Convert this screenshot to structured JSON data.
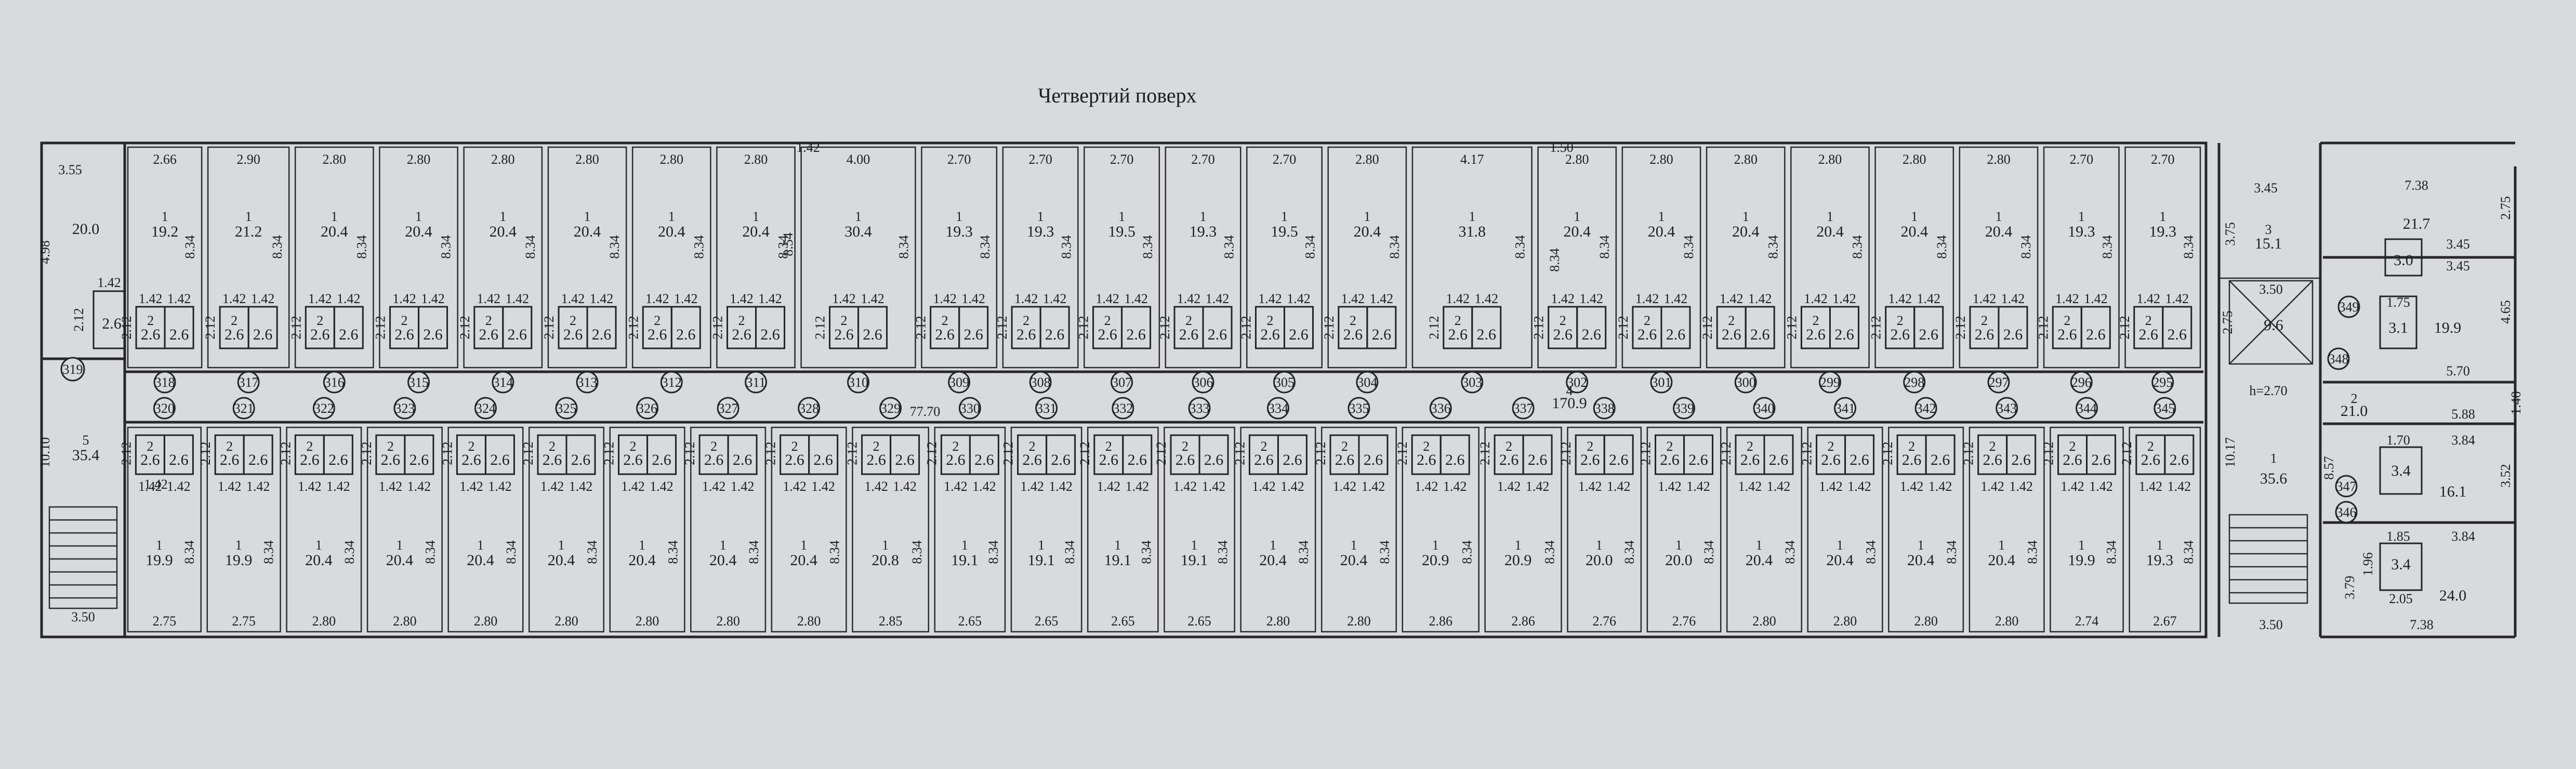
{
  "title": "Четвертий поверх",
  "corridor": {
    "length": "77.70",
    "area": "170.9",
    "index": "4",
    "height": "h=2.70"
  },
  "north_rooms": [
    {
      "num": "318",
      "width": "2.66",
      "area": "19.2"
    },
    {
      "num": "317",
      "width": "2.90",
      "area": "21.2"
    },
    {
      "num": "316",
      "width": "2.80",
      "area": "20.4"
    },
    {
      "num": "315",
      "width": "2.80",
      "area": "20.4"
    },
    {
      "num": "314",
      "width": "2.80",
      "area": "20.4"
    },
    {
      "num": "313",
      "width": "2.80",
      "area": "20.4"
    },
    {
      "num": "312",
      "width": "2.80",
      "area": "20.4"
    },
    {
      "num": "311",
      "width": "2.80",
      "area": "20.4"
    },
    {
      "num": "310",
      "width": "4.00",
      "area": "30.4"
    },
    {
      "num": "309",
      "width": "2.70",
      "area": "19.3"
    },
    {
      "num": "308",
      "width": "2.70",
      "area": "19.3"
    },
    {
      "num": "307",
      "width": "2.70",
      "area": "19.5"
    },
    {
      "num": "306",
      "width": "2.70",
      "area": "19.3"
    },
    {
      "num": "305",
      "width": "2.70",
      "area": "19.5"
    },
    {
      "num": "304",
      "width": "2.80",
      "area": "20.4"
    },
    {
      "num": "303",
      "width": "4.17",
      "area": "31.8"
    },
    {
      "num": "302",
      "width": "2.80",
      "area": "20.4"
    },
    {
      "num": "301",
      "width": "2.80",
      "area": "20.4"
    },
    {
      "num": "300",
      "width": "2.80",
      "area": "20.4"
    },
    {
      "num": "299",
      "width": "2.80",
      "area": "20.4"
    },
    {
      "num": "298",
      "width": "2.80",
      "area": "20.4"
    },
    {
      "num": "297",
      "width": "2.80",
      "area": "20.4"
    },
    {
      "num": "296",
      "width": "2.70",
      "area": "19.3"
    },
    {
      "num": "295",
      "width": "2.70",
      "area": "19.3"
    }
  ],
  "south_rooms": [
    {
      "num": "320",
      "width": "2.75",
      "area": "19.9"
    },
    {
      "num": "321",
      "width": "2.75",
      "area": "19.9"
    },
    {
      "num": "322",
      "width": "2.80",
      "area": "20.4"
    },
    {
      "num": "323",
      "width": "2.80",
      "area": "20.4"
    },
    {
      "num": "324",
      "width": "2.80",
      "area": "20.4"
    },
    {
      "num": "325",
      "width": "2.80",
      "area": "20.4"
    },
    {
      "num": "326",
      "width": "2.80",
      "area": "20.4"
    },
    {
      "num": "327",
      "width": "2.80",
      "area": "20.4"
    },
    {
      "num": "328",
      "width": "2.80",
      "area": "20.4"
    },
    {
      "num": "329",
      "width": "2.85",
      "area": "20.8"
    },
    {
      "num": "330",
      "width": "2.65",
      "area": "19.1"
    },
    {
      "num": "331",
      "width": "2.65",
      "area": "19.1"
    },
    {
      "num": "332",
      "width": "2.65",
      "area": "19.1"
    },
    {
      "num": "333",
      "width": "2.65",
      "area": "19.1"
    },
    {
      "num": "334",
      "width": "2.80",
      "area": "20.4"
    },
    {
      "num": "335",
      "width": "2.80",
      "area": "20.4"
    },
    {
      "num": "336",
      "width": "2.86",
      "area": "20.9"
    },
    {
      "num": "337",
      "width": "2.86",
      "area": "20.9"
    },
    {
      "num": "338",
      "width": "2.76",
      "area": "20.0"
    },
    {
      "num": "339",
      "width": "2.76",
      "area": "20.0"
    },
    {
      "num": "340",
      "width": "2.80",
      "area": "20.4"
    },
    {
      "num": "341",
      "width": "2.80",
      "area": "20.4"
    },
    {
      "num": "342",
      "width": "2.80",
      "area": "20.4"
    },
    {
      "num": "343",
      "width": "2.80",
      "area": "20.4"
    },
    {
      "num": "344",
      "width": "2.74",
      "area": "19.9"
    },
    {
      "num": "345",
      "width": "2.67",
      "area": "19.3"
    }
  ],
  "labels": {
    "room_depth": "8.34",
    "bath_w": "1.42",
    "bath_h": "2.12",
    "bath_area": "2.6",
    "bath_index": "2",
    "room_index": "1"
  },
  "west": {
    "top_width": "3.55",
    "top_area": "20.0",
    "top_height": "4.98",
    "bath_w": "1.42",
    "bath_h": "2.12",
    "bath_area": "2.6",
    "num_top": "319",
    "stair_height": "10.10",
    "stair_area": "35.4",
    "stair_index": "5",
    "stair_width": "3.50",
    "gap": "1.42"
  },
  "middle": {
    "w1": "1.42",
    "d1": "8.54",
    "w2": "1.50",
    "d2": "8.34"
  },
  "east": {
    "stair": {
      "top_w": "3.45",
      "top_h": "3.75",
      "top_area": "15.1",
      "top_index": "3",
      "lift_w": "3.50",
      "lift_h": "2.75",
      "lift_area": "9.6",
      "height": "10.17",
      "area": "35.6",
      "width": "3.50",
      "index": "1"
    },
    "rooms": [
      {
        "num": "349",
        "width": "7.38",
        "width2": "3.45",
        "area": "21.7",
        "side": "2.75"
      },
      {
        "num": "348",
        "width": "3.45",
        "area": "19.9",
        "side": "4.65",
        "bath_w": "1.75",
        "bath_area": "3.1",
        "bath2": "3.0",
        "bottom": "5.70"
      },
      {
        "num": "347",
        "width": "3.84",
        "area": "16.1",
        "side": "3.52",
        "bath_w": "1.70",
        "bath_area": "3.4"
      },
      {
        "num": "346",
        "width": "3.84",
        "area": "24.0",
        "side": "3.79",
        "bath_w": "1.85",
        "bath_area": "3.4",
        "bath_h": "1.96",
        "bottom": "7.38",
        "bottom2": "2.05"
      }
    ],
    "hall": {
      "width": "5.88",
      "area": "21.0",
      "index": "2",
      "side": "1.40",
      "side2": "8.57"
    }
  }
}
